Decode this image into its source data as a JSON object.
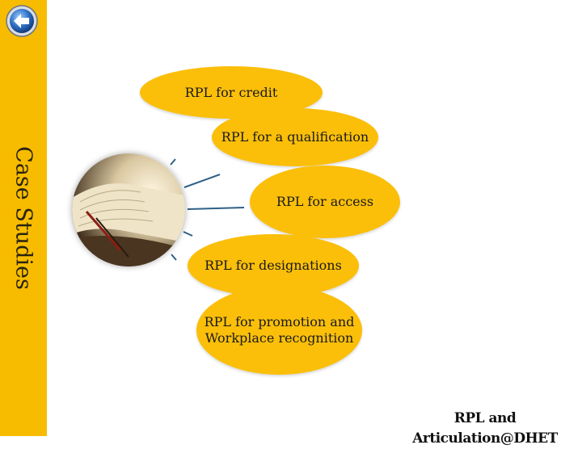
{
  "side_title": "Case Studies",
  "nodes": [
    "RPL for credit",
    "RPL for a qualification",
    "RPL for access",
    "RPL for designations",
    "RPL for promotion and Workplace recognition"
  ],
  "footer": "RPL and Articulation@DHET",
  "colors": {
    "side_bar": "#f7bc00",
    "bubble": "#fbbf0a",
    "connector": "#2f5f86",
    "back_button": "#2e6fc6"
  },
  "icons": {
    "back_button": "arrow-left-icon"
  }
}
